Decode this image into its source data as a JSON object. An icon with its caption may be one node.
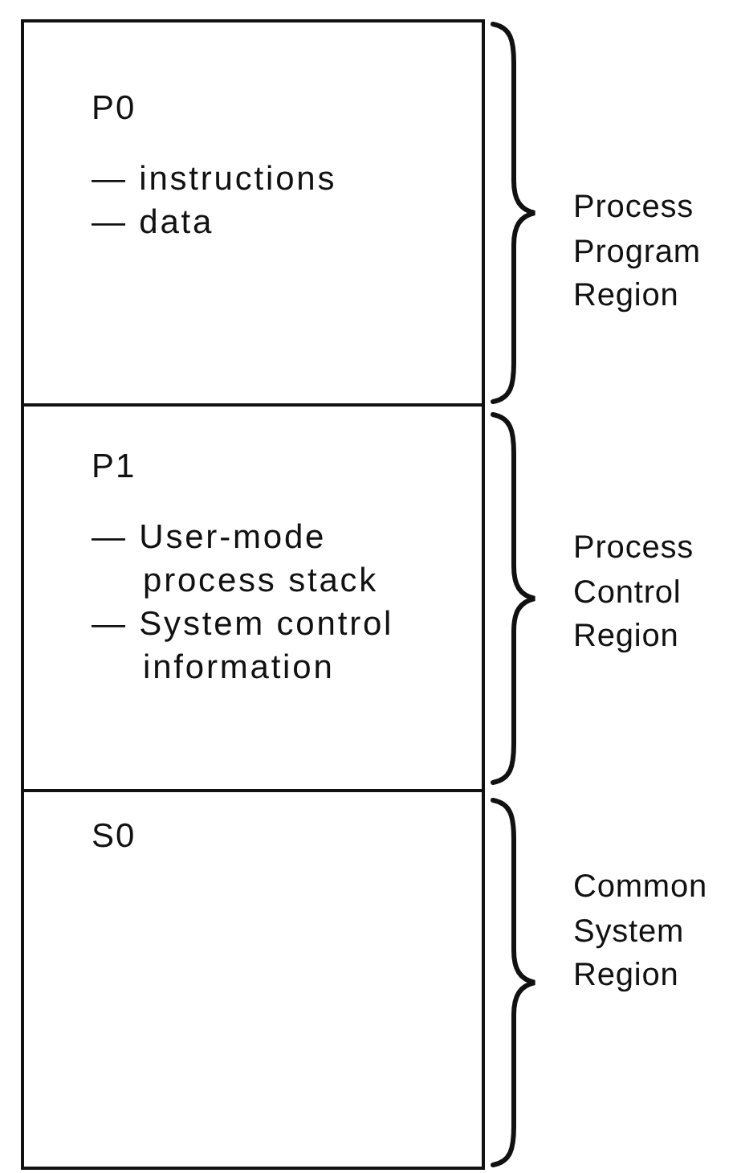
{
  "diagram": {
    "nodes": [
      {
        "text": [
          "P0",
          "— instructions",
          "— data"
        ],
        "beside": [
          "Process Program Region"
        ]
      },
      {
        "text": [
          "P1",
          "— User-mode process stack",
          "— System control information"
        ],
        "beside": [
          "Process Control Region"
        ]
      },
      {
        "text": [
          "S0"
        ],
        "beside": [
          "Common System Region"
        ]
      }
    ]
  }
}
